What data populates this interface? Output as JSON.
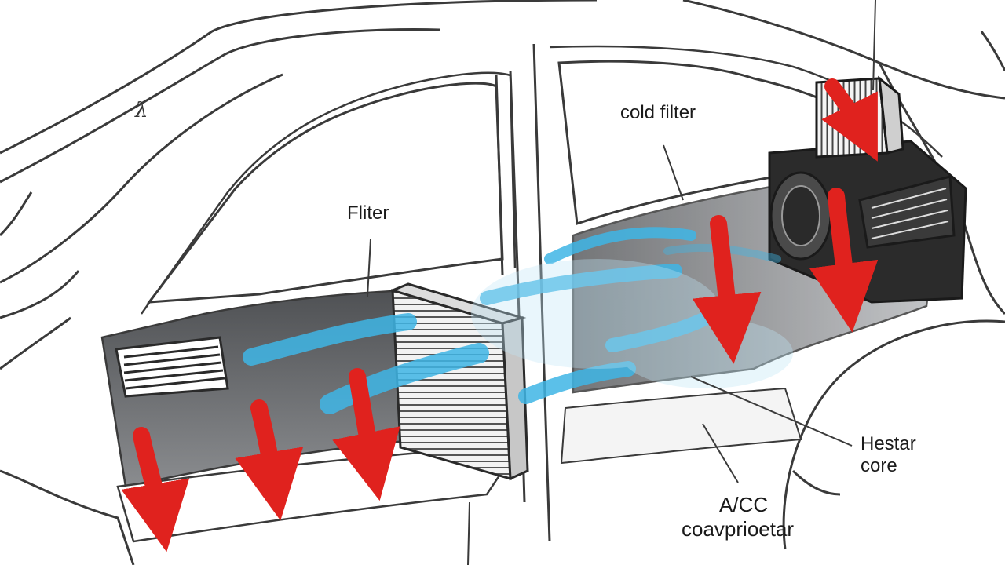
{
  "labels": {
    "cold_filter": "cold filter",
    "filter": "Fliter",
    "heater_core_line1": "Hestar",
    "heater_core_line2": "core",
    "ac_line1": "A/CC",
    "ac_line2": "coavprioetar",
    "sketch_mark": "λ"
  },
  "colors": {
    "outline": "#3a3a3a",
    "airflow_hot": "#e0221e",
    "airflow_cold": "#3fb6e6",
    "floor_shade": "#6d6f72",
    "module_dark": "#2a2a2a"
  }
}
